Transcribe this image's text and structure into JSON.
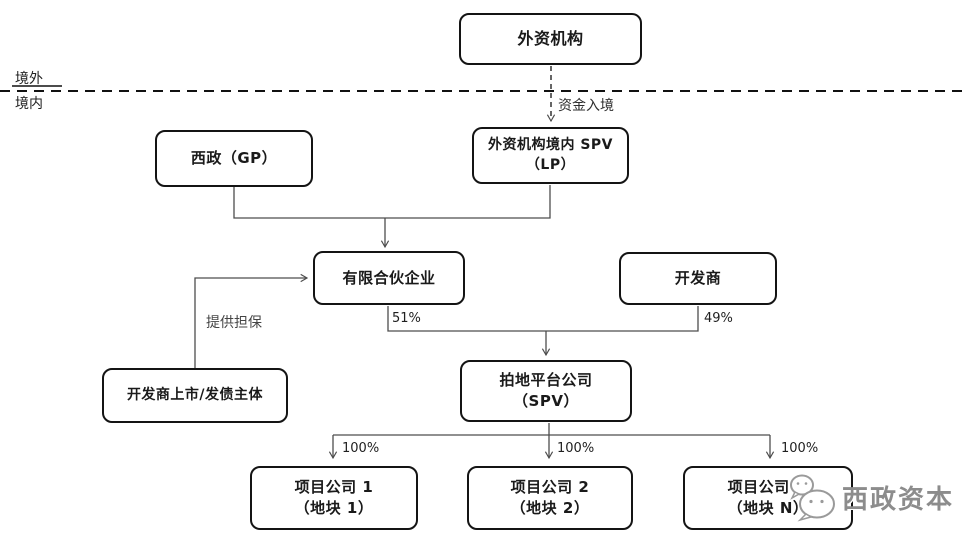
{
  "boundary": {
    "offshore_label": "境外",
    "onshore_label": "境内"
  },
  "nodes": {
    "foreign_institution": {
      "label": "外资机构"
    },
    "xizheng_gp": {
      "label": "西政（GP）"
    },
    "foreign_spv": {
      "line1": "外资机构境内 SPV",
      "line2": "（LP）"
    },
    "limited_partnership": {
      "label": "有限合伙企业"
    },
    "developer": {
      "label": "开发商"
    },
    "developer_listco": {
      "label": "开发商上市/发债主体"
    },
    "land_platform": {
      "line1": "拍地平台公司",
      "line2": "（SPV）"
    },
    "project_1": {
      "line1": "项目公司 1",
      "line2": "（地块 1）"
    },
    "project_2": {
      "line1": "项目公司 2",
      "line2": "（地块 2）"
    },
    "project_n": {
      "line1": "项目公司 N",
      "line2": "（地块 N）"
    }
  },
  "edges": {
    "capital_inflow": "资金入境",
    "guarantee": "提供担保",
    "lp_share": "51%",
    "developer_share": "49%",
    "project1_share": "100%",
    "project2_share": "100%",
    "projectn_share": "100%"
  },
  "watermark": {
    "brand": "西政资本",
    "icon": "wechat-icon"
  },
  "colors": {
    "background": "#ffffff",
    "box_border": "#141414",
    "connector": "#4d4d4d",
    "text": "#1a1a1a",
    "watermark": "#8c8c8c"
  }
}
